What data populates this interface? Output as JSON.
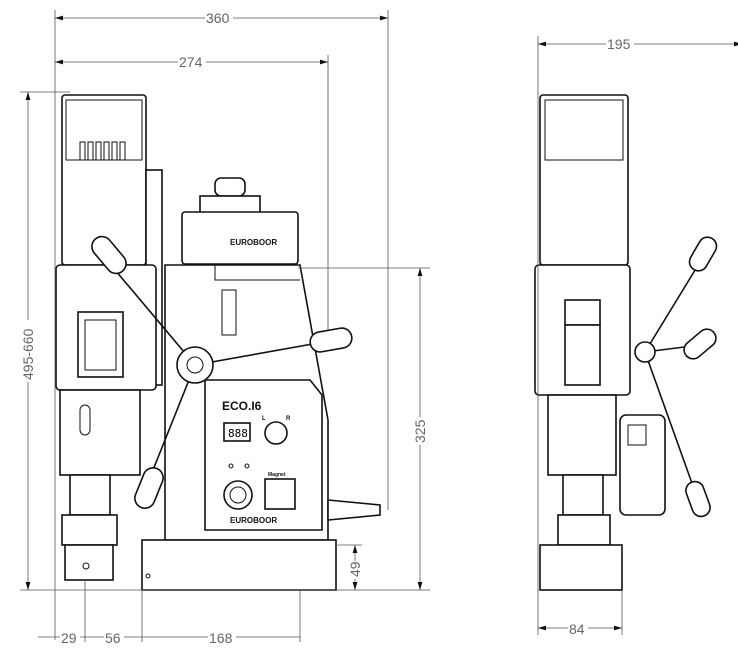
{
  "dimensions": {
    "overall_width": "360",
    "column_width": "274",
    "side_width": "195",
    "height": "495-660",
    "magnet_height": "325",
    "base_height": "49",
    "spindle_offset": "29",
    "spindle_to_base": "56",
    "base_length": "168",
    "side_base_width": "84"
  },
  "labels": {
    "brand_gearbox": "EUROBOOR",
    "model": "ECO.I6",
    "display": "888",
    "switch_left": "L",
    "switch_right": "R",
    "magnet_switch": "Magnet",
    "brand_panel": "EUROBOOR"
  },
  "colors": {
    "line": "#111111",
    "dimension": "#555555"
  }
}
